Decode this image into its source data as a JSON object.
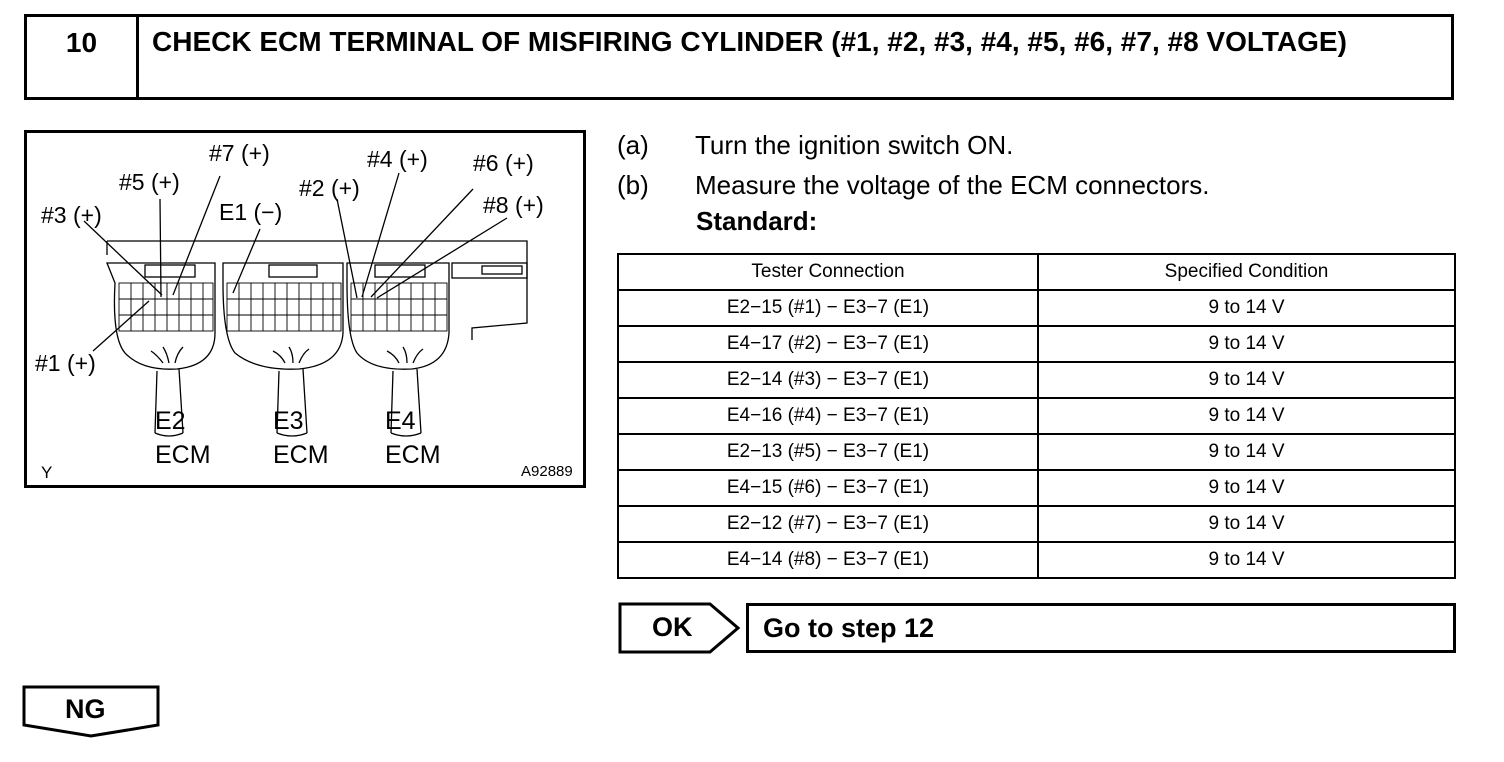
{
  "step": {
    "number": "10",
    "title": "CHECK ECM TERMINAL OF MISFIRING CYLINDER (#1, #2, #3, #4, #5, #6, #7, #8 VOLTAGE)"
  },
  "figure": {
    "labels": {
      "c7": "#7 (+)",
      "c4": "#4 (+)",
      "c6": "#6 (+)",
      "c5": "#5 (+)",
      "c2": "#2 (+)",
      "c8": "#8 (+)",
      "c3": "#3 (+)",
      "e1": "E1 (−)",
      "c1": "#1 (+)"
    },
    "connectors": [
      {
        "code": "E2",
        "name": "ECM"
      },
      {
        "code": "E3",
        "name": "ECM"
      },
      {
        "code": "E4",
        "name": "ECM"
      }
    ],
    "corner_left": "Y",
    "figure_id": "A92889"
  },
  "instructions": [
    {
      "label": "(a)",
      "text": "Turn the ignition switch ON."
    },
    {
      "label": "(b)",
      "text": "Measure the voltage of the ECM connectors."
    }
  ],
  "standard_label": "Standard:",
  "table": {
    "headers": [
      "Tester Connection",
      "Specified Condition"
    ],
    "rows": [
      [
        "E2−15 (#1) − E3−7 (E1)",
        "9 to 14 V"
      ],
      [
        "E4−17 (#2) − E3−7 (E1)",
        "9 to 14 V"
      ],
      [
        "E2−14 (#3) − E3−7 (E1)",
        "9 to 14 V"
      ],
      [
        "E4−16 (#4) − E3−7 (E1)",
        "9 to 14 V"
      ],
      [
        "E2−13 (#5) − E3−7 (E1)",
        "9 to 14 V"
      ],
      [
        "E4−15 (#6) − E3−7 (E1)",
        "9 to 14 V"
      ],
      [
        "E2−12 (#7) − E3−7 (E1)",
        "9 to 14 V"
      ],
      [
        "E4−14 (#8) − E3−7 (E1)",
        "9 to 14 V"
      ]
    ]
  },
  "ok": {
    "label": "OK",
    "result": "Go to step 12"
  },
  "ng": {
    "label": "NG"
  }
}
